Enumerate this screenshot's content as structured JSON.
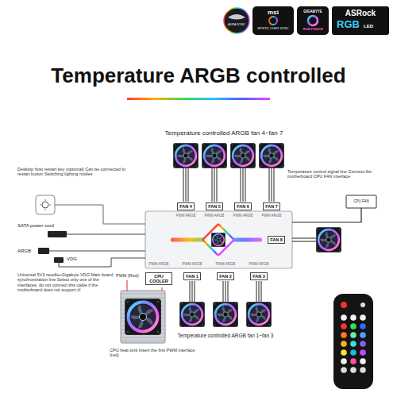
{
  "diagram": {
    "title": "Temperature ARGB controlled",
    "nodes": [
      {
        "text": [
          "FAN 4"
        ]
      },
      {
        "text": [
          "FAN 5"
        ]
      },
      {
        "text": [
          "FAN 6"
        ]
      },
      {
        "text": [
          "FAN 7"
        ]
      },
      {
        "text": [
          "FAN 8"
        ]
      },
      {
        "text": [
          "CPU COOLER"
        ]
      },
      {
        "text": [
          "FAN 1"
        ]
      },
      {
        "text": [
          "FAN 2"
        ]
      },
      {
        "text": [
          "FAN 3"
        ]
      }
    ],
    "labels": [
      "AURA SYNC",
      "msi",
      "MYSTIC LIGHT SYNC",
      "GIGABYTE",
      "RGB FUSION",
      "ASRock",
      "RGB",
      "LED",
      "Temperature controlled ARGB fan 4~fan 7",
      "Desktop host restart key (optional) Can be connected to restart button Switching lighting modes",
      "Temperature control signal line Connect the motherboard CPU FAN interface",
      "CPU FAN",
      "SATA power cord",
      "ARGB",
      "VDG",
      "Universal 5V3 needle+Gigabyte VDG Main board synchronization line Select only one of the interfaces, do not connect this cable if the motherboard does not support it!",
      "PWM ARGB",
      "PWM ARGB",
      "PWM ARGB",
      "PWM ARGB",
      "PWM ARGB",
      "PWM ARGB",
      "PWM ARGB",
      "PWM ARGB",
      "PWM (Red)",
      "CPU heat sink Insert the first PWM interface (red)",
      "Temperature controlled ARGB fan 1~fan 3"
    ]
  }
}
